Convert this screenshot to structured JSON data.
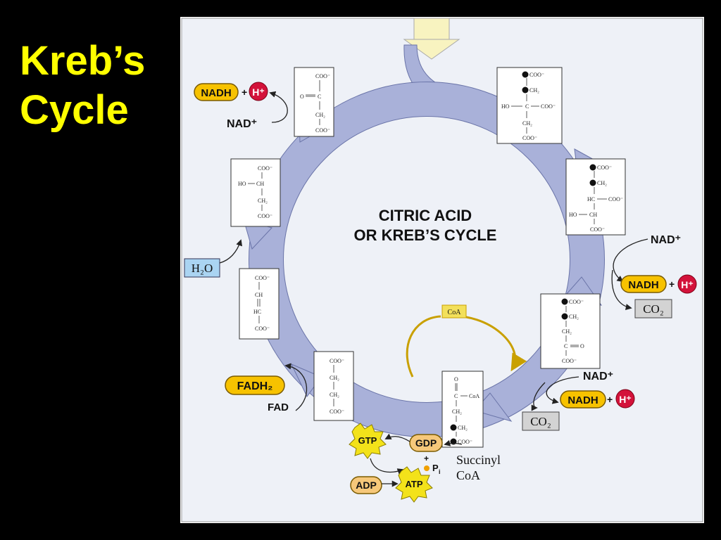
{
  "slide": {
    "title_line1": "Kreb’s",
    "title_line2": "Cycle"
  },
  "diagram": {
    "center_line1": "CITRIC ACID",
    "center_line2": "OR KREB’S CYCLE",
    "coa": "CoA",
    "succinyl_line1": "Succinyl",
    "succinyl_line2": "CoA",
    "nad_plus": "NAD⁺",
    "nadh": "NADH",
    "h_plus": "H⁺",
    "co2": "CO₂",
    "h2o": "H₂O",
    "fadh2": "FADH₂",
    "fad": "FAD",
    "gtp": "GTP",
    "gdp": "GDP",
    "pi": "P",
    "pi_sub": "i",
    "adp": "ADP",
    "atp": "ATP",
    "plus": "+"
  },
  "molecules": {
    "oxaloacetate": [
      "COO⁻",
      "C",
      "CH₂",
      "COO⁻"
    ],
    "oxaloacetate_side": "O",
    "citrate": [
      "COO⁻",
      "CH₂",
      "C",
      "CH₂",
      "COO⁻"
    ],
    "citrate_left": "HO",
    "citrate_right": "COO⁻",
    "isocitrate": [
      "COO⁻",
      "CH₂",
      "HC",
      "CH",
      "COO⁻"
    ],
    "isocitrate_right": "COO⁻",
    "isocitrate_left": "HO",
    "alpha_kg": [
      "COO⁻",
      "CH₂",
      "CH₂",
      "C",
      "COO⁻"
    ],
    "alpha_kg_right": "O",
    "succinyl_coa": [
      "O",
      "C",
      "CH₂",
      "CH₂",
      "COO⁻"
    ],
    "succinyl_coa_right": "CoA",
    "succinate": [
      "COO⁻",
      "CH₂",
      "CH₂",
      "COO⁻"
    ],
    "fumarate": [
      "COO⁻",
      "CH",
      "HC",
      "COO⁻"
    ],
    "malate": [
      "COO⁻",
      "CH",
      "CH₂",
      "COO⁻"
    ],
    "malate_left": "HO"
  },
  "colors": {
    "background": "#000000",
    "title": "#ffff00",
    "panel": "#eef1f7",
    "cycle_arrow": "#a9b1d9",
    "cycle_arrow_edge": "#6a74a8",
    "nadh_fill": "#f7c200",
    "h_plus_fill": "#d3123a",
    "h2o_fill": "#aad4f2",
    "co2_fill": "#d3d3d3",
    "gtp_fill": "#f3e21a",
    "gdp_fill": "#f6c87a",
    "coa_fill": "#f3e05a"
  }
}
